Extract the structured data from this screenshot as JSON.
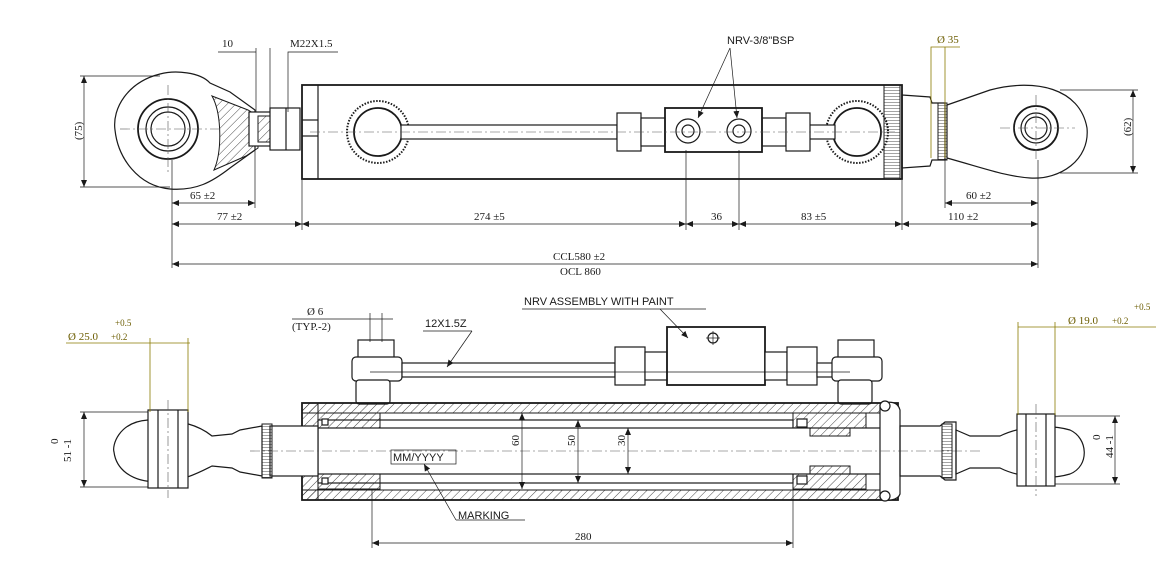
{
  "top_view": {
    "nrv_label": "NRV-3/8\"BSP",
    "thread_label": "M22X1.5",
    "dim_10": "10",
    "left_eye_height": "(75)",
    "right_eye_height": "(62)",
    "pin_dia": "Ø 35",
    "dim_65": "65 ±2",
    "dim_60": "60 ±2",
    "dim_77": "77 ±2",
    "dim_274": "274 ±5",
    "dim_36": "36",
    "dim_83": "83 ±5",
    "dim_110": "110 ±2",
    "ccl": "CCL580 ±2",
    "ocl": "OCL 860"
  },
  "bottom_view": {
    "hole_dia": "Ø 6",
    "hole_note": "(TYP.-2)",
    "tube_label": "12X1.5Z",
    "nrv_assembly": "NRV ASSEMBLY WITH  PAINT",
    "left_bore": "Ø 25.0",
    "left_tol_plus": "+0.5",
    "left_tol_minus": "+0.2",
    "right_bore": "Ø 19.0",
    "right_tol_plus": "+0.5",
    "right_tol_minus": "+0.2",
    "left_width": "51 -1",
    "left_width_zero": "0",
    "right_width": "44 -1",
    "right_width_zero": "0",
    "dim_60": "60",
    "dim_50": "50",
    "dim_30": "30",
    "date_code": "MM/YYYY",
    "marking": "MARKING",
    "stroke": "280"
  }
}
